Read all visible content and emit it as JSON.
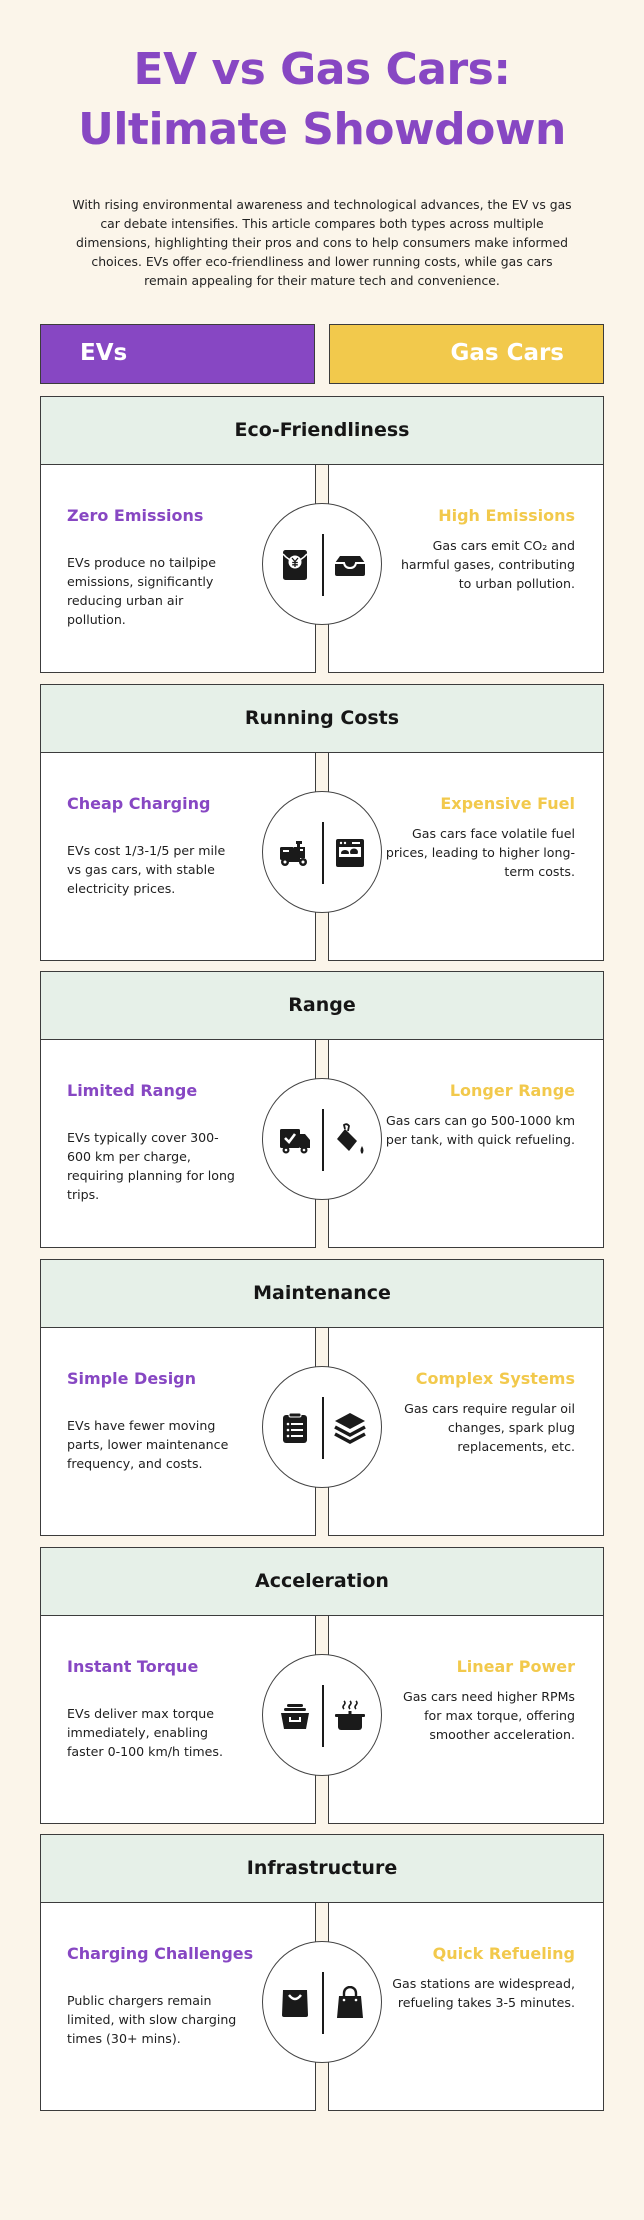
{
  "header": {
    "title_line1": "EV vs Gas Cars:",
    "title_line2": "Ultimate Showdown",
    "intro": "With rising environmental awareness and technological advances, the EV vs gas car debate intensifies. This article compares both types across multiple dimensions, highlighting their pros and cons to help consumers make informed choices. EVs offer eco-friendliness and lower running costs, while gas cars remain appealing for their mature tech and convenience."
  },
  "columns": {
    "ev_label": "EVs",
    "gas_label": "Gas Cars",
    "ev_color": "#8747c3",
    "gas_color": "#f2c94c"
  },
  "sections": [
    {
      "title": "Eco-Friendliness",
      "ev": {
        "heading": "Zero Emissions",
        "text": "EVs produce no tailpipe emissions, significantly reducing urban air pollution.",
        "icon": "red-envelope-yen-icon"
      },
      "gas": {
        "heading": "High Emissions",
        "text": "Gas cars emit CO₂ and harmful gases, contributing to urban pollution.",
        "icon": "inbox-tray-icon"
      }
    },
    {
      "title": "Running Costs",
      "ev": {
        "heading": "Cheap Charging",
        "text": "EVs cost 1/3-1/5 per mile vs gas cars, with stable electricity prices.",
        "icon": "scooter-icon"
      },
      "gas": {
        "heading": "Expensive Fuel",
        "text": "Gas cars face volatile fuel prices, leading to higher long-term costs.",
        "icon": "dishwasher-icon"
      }
    },
    {
      "title": "Range",
      "ev": {
        "heading": "Limited Range",
        "text": "EVs typically cover 300-600 km per charge, requiring planning for long trips.",
        "icon": "delivery-truck-check-icon"
      },
      "gas": {
        "heading": "Longer Range",
        "text": "Gas cars can go 500-1000 km per tank, with quick refueling.",
        "icon": "paint-bucket-drop-icon"
      }
    },
    {
      "title": "Maintenance",
      "ev": {
        "heading": "Simple Design",
        "text": "EVs have fewer moving parts, lower maintenance frequency, and costs.",
        "icon": "clipboard-list-icon"
      },
      "gas": {
        "heading": "Complex Systems",
        "text": "Gas cars require regular oil changes, spark plug replacements, etc.",
        "icon": "layers-stack-icon"
      }
    },
    {
      "title": "Acceleration",
      "ev": {
        "heading": "Instant Torque",
        "text": "EVs deliver max torque immediately, enabling faster 0-100 km/h times.",
        "icon": "storage-box-icon"
      },
      "gas": {
        "heading": "Linear Power",
        "text": "Gas cars need higher RPMs for max torque, offering smoother acceleration.",
        "icon": "steaming-pot-icon"
      }
    },
    {
      "title": "Infrastructure",
      "ev": {
        "heading": "Charging Challenges",
        "text": "Public chargers remain limited, with slow charging times (30+ mins).",
        "icon": "shopping-bag-smile-icon"
      },
      "gas": {
        "heading": "Quick Refueling",
        "text": "Gas stations are widespread, refueling takes 3-5 minutes.",
        "icon": "shopping-bag-handle-icon"
      }
    }
  ]
}
